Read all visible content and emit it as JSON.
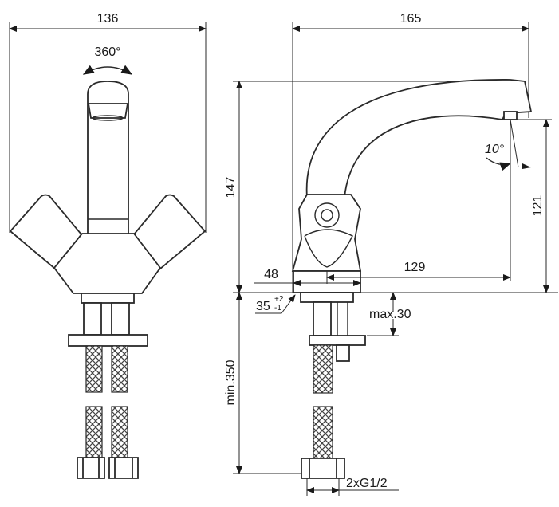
{
  "front_view": {
    "width_label": "136",
    "rotation_label": "360°"
  },
  "side_view": {
    "projection_label": "165",
    "height_label": "147",
    "spout_height_label": "121",
    "base_diameter_label": "48",
    "spout_reach_label": "129",
    "hole_diameter_label": "35",
    "hole_tolerance_upper": "+2",
    "hole_tolerance_lower": "-1",
    "deck_thickness_label": "max.30",
    "hose_length_label": "min.350",
    "connection_label": "2xG1/2",
    "spout_angle_label": "10°"
  }
}
